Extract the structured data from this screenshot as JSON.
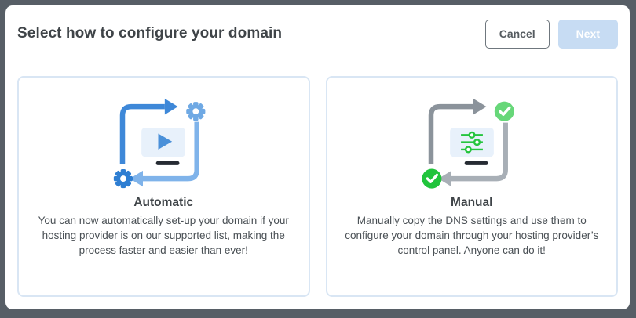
{
  "header": {
    "title": "Select how to configure your domain",
    "cancel_label": "Cancel",
    "next_label": "Next"
  },
  "cards": [
    {
      "title": "Automatic",
      "description": "You can now automatically set-up your domain if your hosting provider is on our supported list, making the process faster and easier than ever!"
    },
    {
      "title": "Manual",
      "description": "Manually copy the DNS settings and use them to configure your domain through your hosting provider’s control panel. Anyone can do it!"
    }
  ],
  "icons": {
    "automatic": "automatic-sync-cycle-icon",
    "manual": "manual-dns-check-cycle-icon"
  },
  "colors": {
    "frame-bg": "#575e66",
    "dialog-bg": "#ffffff",
    "title-color": "#3f4448",
    "body-text": "#4a5055",
    "cancel-border": "#6f777e",
    "cancel-text": "#555b60",
    "next-bg": "#c7dcf3",
    "next-text": "#ffffff",
    "card-border": "#d9e6f4",
    "blue-dark": "#3e88d8",
    "blue-light": "#7fb3ea",
    "gear-light": "#6fa9e4",
    "gear-dark": "#2e7ed2",
    "screen-bg": "#e8f1fb",
    "play-blue": "#4a90d9",
    "stand-dark": "#262b33",
    "gray-dark": "#8b939b",
    "gray-light": "#a8afb6",
    "green-light": "#67d779",
    "green-dark": "#21c43c",
    "slider-green": "#25c53e"
  }
}
